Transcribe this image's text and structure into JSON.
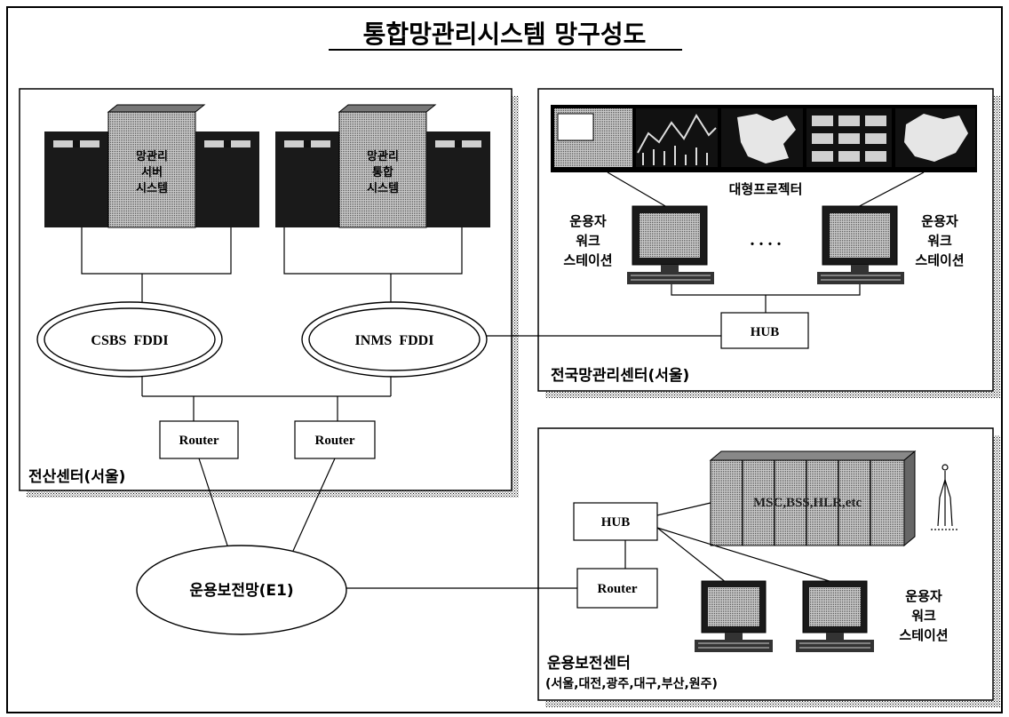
{
  "title": "통합망관리시스템 망구성도",
  "centers": {
    "computing": {
      "label": "전산센터(서울)",
      "server_left_label": [
        "망관리",
        "서버",
        "시스템"
      ],
      "server_right_label": [
        "망관리",
        "통합",
        "시스템"
      ],
      "fddi_left": "CSBS  FDDI",
      "fddi_right": "INMS  FDDI",
      "router_left": "Router",
      "router_right": "Router"
    },
    "national": {
      "label": "전국망관리센터(서울)",
      "projector_label": "대형프로젝터",
      "ws_left_label": [
        "운용자",
        "워크",
        "스테이션"
      ],
      "ws_right_label": [
        "운용자",
        "워크",
        "스테이션"
      ],
      "dots": ". . . .",
      "hub": "HUB"
    },
    "operations": {
      "label": "운용보전센터",
      "sublabel": "(서울,대전,광주,대구,부산,원주)",
      "hub": "HUB",
      "router": "Router",
      "cabinet_label": "MSC,BSS,HLR,etc",
      "ws_label": [
        "운용자",
        "워크",
        "스테이션"
      ]
    }
  },
  "network": {
    "ellipse_label": "운용보전망(E1)"
  }
}
